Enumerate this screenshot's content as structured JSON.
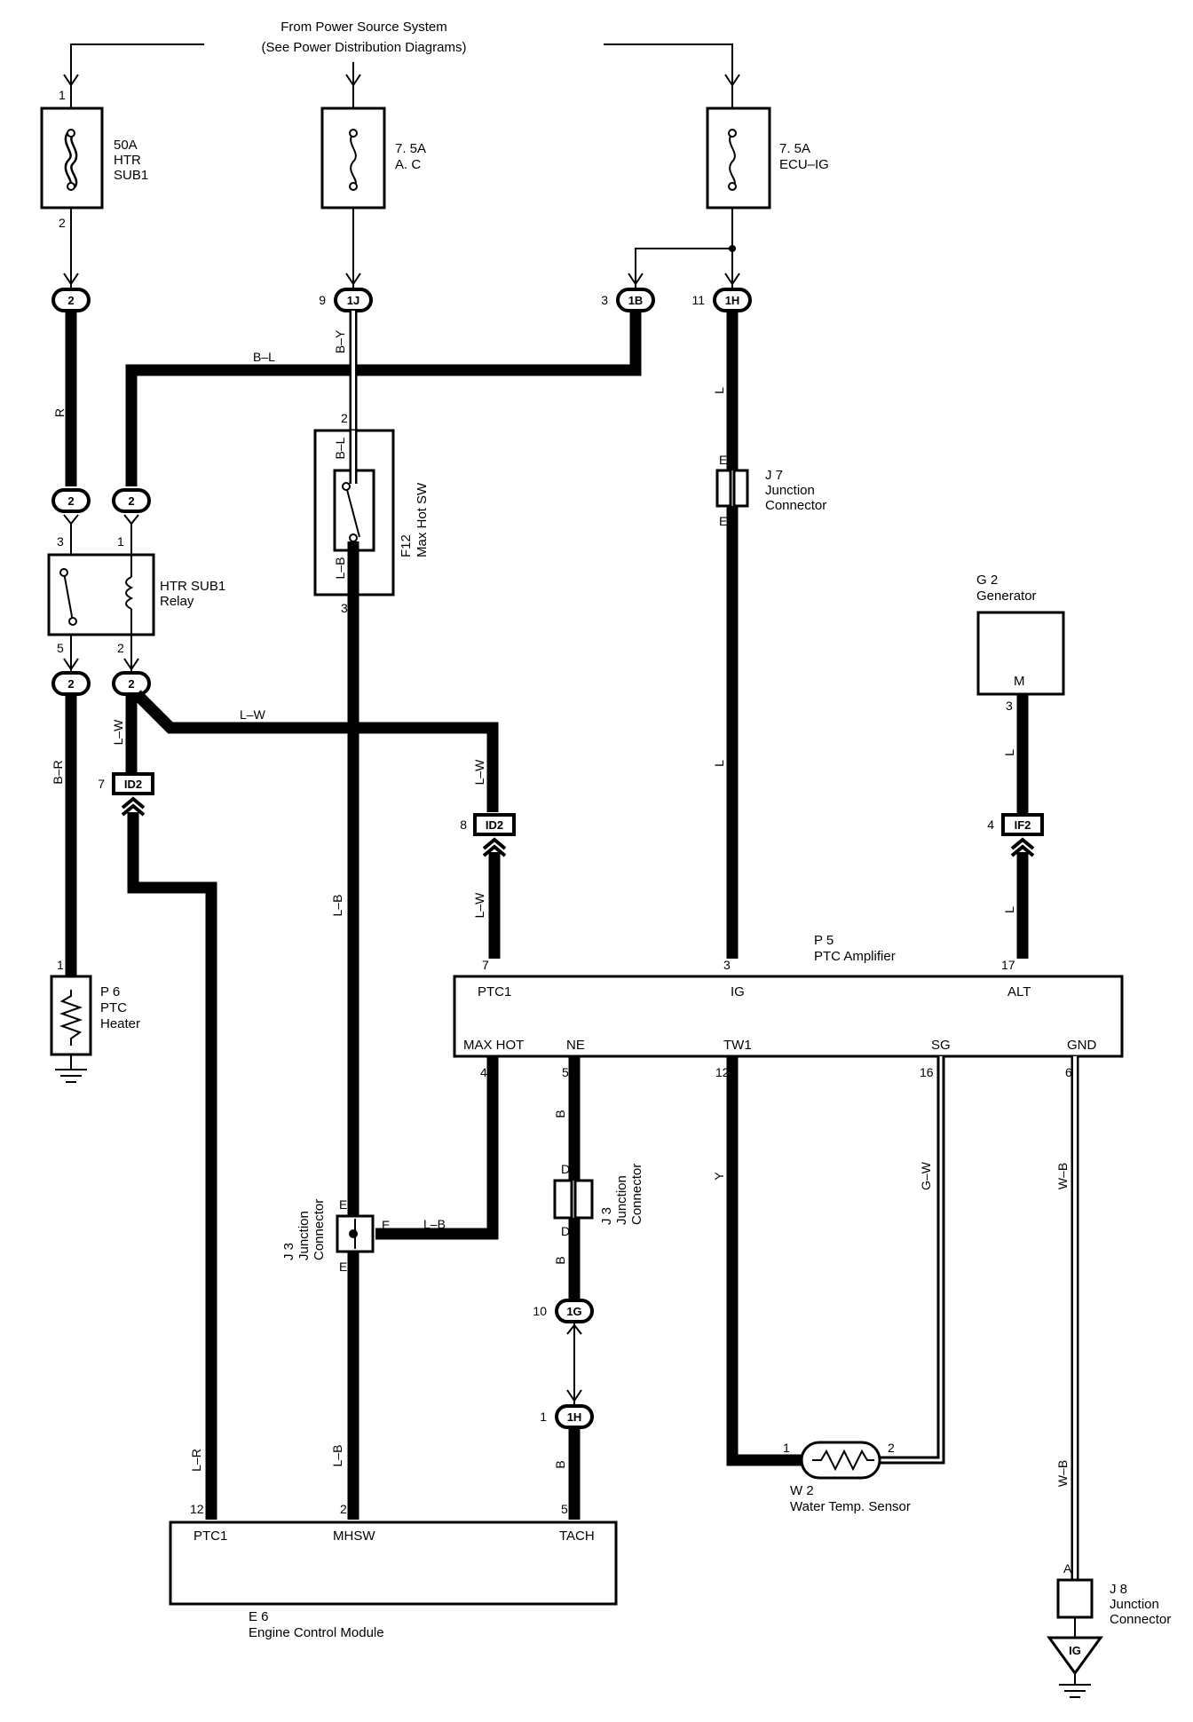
{
  "source": {
    "line1": "From Power Source System",
    "line2": "(See Power Distribution Diagrams)"
  },
  "fuses": [
    {
      "amp": "50A",
      "name1": "HTR",
      "name2": "SUB1",
      "pin_top": "1",
      "pin_bottom": "2"
    },
    {
      "amp": "7. 5A",
      "name1": "A. C"
    },
    {
      "amp": "7. 5A",
      "name1": "ECU–IG"
    }
  ],
  "connectors": {
    "c2_top": {
      "label": "2"
    },
    "c1J": {
      "label": "1J",
      "pin": "9"
    },
    "c1B": {
      "label": "1B",
      "pin": "3"
    },
    "c1H_top": {
      "label": "1H",
      "pin": "11"
    },
    "c2_relay_left": {
      "label": "2"
    },
    "c2_relay_right": {
      "label": "2"
    },
    "c2_relay_bot_left": {
      "label": "2"
    },
    "c2_relay_bot_right": {
      "label": "2"
    },
    "cID2_left": {
      "label": "ID2",
      "pin": "7"
    },
    "cID2_mid": {
      "label": "ID2",
      "pin": "8"
    },
    "cIF2": {
      "label": "IF2",
      "pin": "4"
    },
    "c1G": {
      "label": "1G",
      "pin": "10"
    },
    "c1H_bot": {
      "label": "1H",
      "pin": "1"
    }
  },
  "wires": {
    "r": "R",
    "bl": "B–L",
    "by": "B–Y",
    "l_top": "L",
    "l_mid": "L",
    "lw_left": "L–W",
    "lw_run": "L–W",
    "lw_id2_top": "L–W",
    "lw_id2_bot": "L–W",
    "br": "B–R",
    "lb_sw_top": "B–L",
    "lb_sw_bot": "L–B",
    "lb_vert": "L–B",
    "lb_bottom": "L–B",
    "lb_j3": "L–B",
    "lr": "L–R",
    "l_alt1": "L",
    "l_alt2": "L",
    "b1": "B",
    "b2": "B",
    "b3": "B",
    "y": "Y",
    "gw": "G–W",
    "wb1": "W–B",
    "wb2": "W–B"
  },
  "components": {
    "relay": {
      "line1": "HTR SUB1",
      "line2": "Relay",
      "pins": [
        "3",
        "1",
        "5",
        "2"
      ]
    },
    "max_hot_sw": {
      "code": "F12",
      "name": "Max Hot SW",
      "pin_top": "2",
      "pin_bottom": "3"
    },
    "j7": {
      "code": "J 7",
      "line1": "Junction",
      "line2": "Connector",
      "pin_top": "E",
      "pin_bottom": "E"
    },
    "generator": {
      "code": "G 2",
      "name": "Generator",
      "terminal": "M",
      "pin": "3"
    },
    "heater": {
      "code": "P 6",
      "line1": "PTC",
      "line2": "Heater",
      "pin": "1"
    },
    "ptc_amp": {
      "code": "P 5",
      "name": "PTC Amplifier",
      "top_terms": [
        "PTC1",
        "IG",
        "ALT"
      ],
      "top_pins": [
        "7",
        "3",
        "17"
      ],
      "bottom_terms": [
        "MAX HOT",
        "NE",
        "TW1",
        "SG",
        "GND"
      ],
      "bottom_pins": [
        "4",
        "5",
        "12",
        "16",
        "6"
      ]
    },
    "j3_left": {
      "code": "J 3",
      "line1": "Junction",
      "line2": "Connector",
      "pin_e": "E",
      "pin_top": "E",
      "pin_bot": "E"
    },
    "j3_right": {
      "code": "J 3",
      "line1": "Junction",
      "line2": "Connector",
      "pin_top": "D",
      "pin_bot": "D"
    },
    "water_sensor": {
      "code": "W 2",
      "name": "Water Temp.  Sensor",
      "pin1": "1",
      "pin2": "2"
    },
    "ecm": {
      "code": "E 6",
      "name": "Engine Control Module",
      "terms": [
        "PTC1",
        "MHSW",
        "TACH"
      ],
      "pins": [
        "12",
        "2",
        "5"
      ]
    },
    "j8": {
      "code": "J 8",
      "line1": "Junction",
      "line2": "Connector",
      "pin": "A"
    },
    "ground_ig": {
      "label": "IG"
    }
  }
}
